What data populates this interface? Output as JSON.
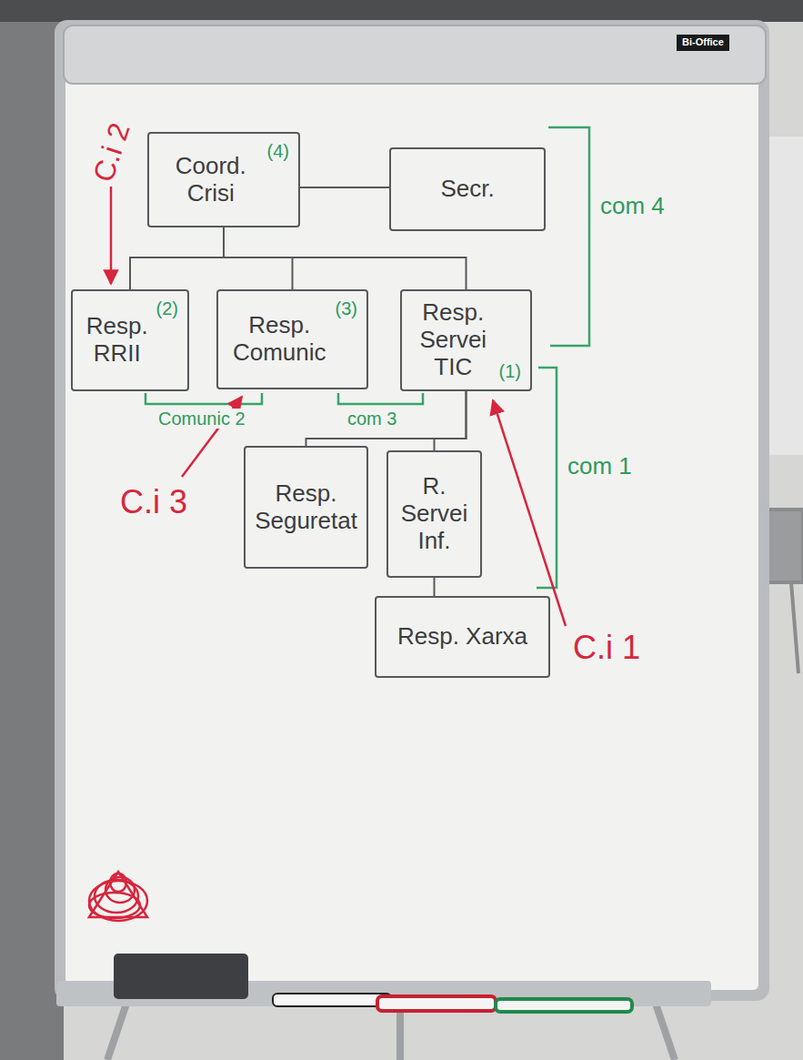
{
  "diagram": {
    "nodes": [
      {
        "text": [
          "Coord. Crisi",
          "(4)"
        ]
      },
      {
        "text": [
          "Secr."
        ]
      },
      {
        "text": [
          "Resp. RRII",
          "(2)"
        ]
      },
      {
        "text": [
          "Resp. Comunic",
          "(3)"
        ]
      },
      {
        "text": [
          "Resp. Servei TIC",
          "(1)"
        ]
      },
      {
        "text": [
          "Resp. Seguretat"
        ]
      },
      {
        "text": [
          "R. Servei Inf."
        ]
      },
      {
        "text": [
          "Resp. Xarxa"
        ]
      }
    ],
    "edges": [
      {
        "from": 0,
        "to": 1,
        "arrow": "none"
      },
      {
        "from": 0,
        "to": 2,
        "arrow": "none"
      },
      {
        "from": 0,
        "to": 3,
        "arrow": "none"
      },
      {
        "from": 0,
        "to": 4,
        "arrow": "none"
      },
      {
        "from": 4,
        "to": 5,
        "arrow": "none"
      },
      {
        "from": 4,
        "to": 6,
        "arrow": "none"
      },
      {
        "from": 6,
        "to": 7,
        "arrow": "none"
      }
    ],
    "labels": [
      "Bi-Office",
      "C.i 2",
      "com 4",
      "Comunic 2",
      "com 3",
      "com 1",
      "C.i 3",
      "C.i 1"
    ]
  }
}
